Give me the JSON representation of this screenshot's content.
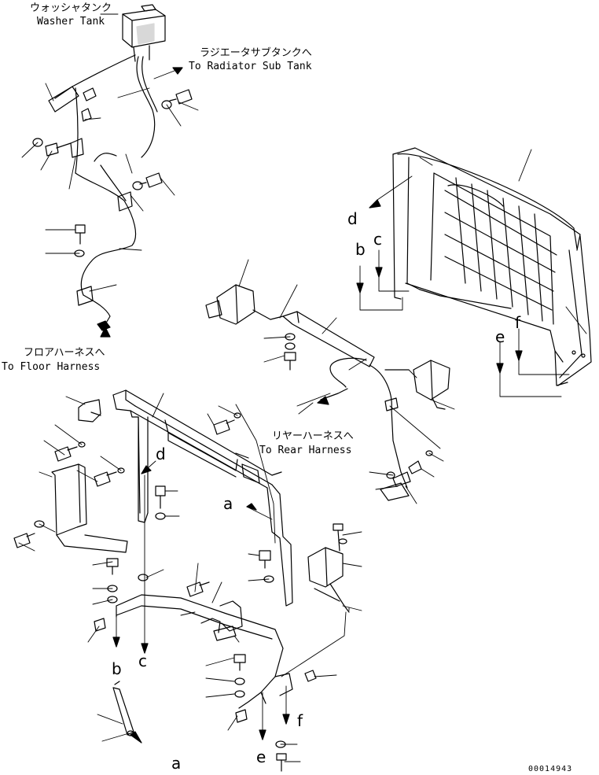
{
  "labels": {
    "washer_tank_jp": "ウォッシャタンク",
    "washer_tank_en": "Washer Tank",
    "radiator_jp": "ラジエータサブタンクへ",
    "radiator_en": "To Radiator Sub Tank",
    "floor_jp": "フロアハーネスへ",
    "floor_en": "To Floor Harness",
    "rear_jp": "リヤーハーネスへ",
    "rear_en": "To Rear Harness"
  },
  "refs": {
    "a": "a",
    "b": "b",
    "c": "c",
    "d": "d",
    "e": "e",
    "f": "f"
  },
  "drawing_number": "00014943"
}
